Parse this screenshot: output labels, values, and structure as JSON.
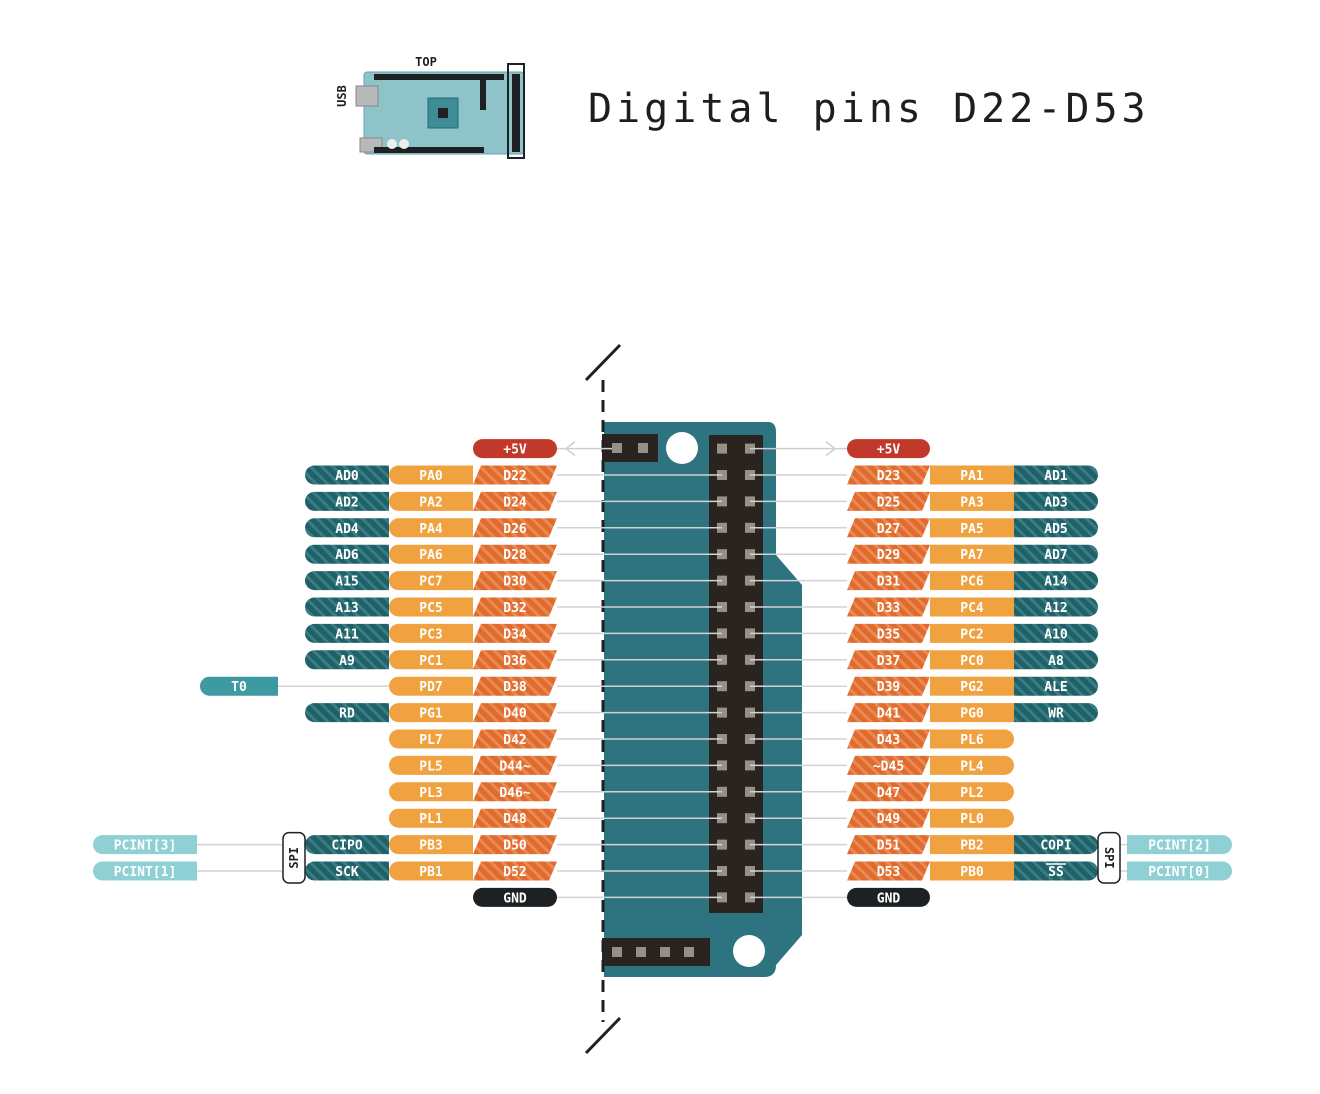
{
  "title": "Digital pins D22-D53",
  "thumbnail": {
    "top_label": "TOP",
    "usb_label": "USB"
  },
  "colors": {
    "power": "#c0392b",
    "digital": "#e06b2d",
    "port": "#f0a140",
    "alt": "#1f6168",
    "ground": "#1d2124",
    "pcint": "#8fd0d4",
    "timer": "#3d9aa0",
    "board": "#2e7380",
    "header": "#2a2420",
    "pad": "#9a8f86"
  },
  "power_label": "+5V",
  "ground_label": "GND",
  "left_rows": [
    {
      "pin": "D22",
      "port": "PA0",
      "alt": "AD0"
    },
    {
      "pin": "D24",
      "port": "PA2",
      "alt": "AD2"
    },
    {
      "pin": "D26",
      "port": "PA4",
      "alt": "AD4"
    },
    {
      "pin": "D28",
      "port": "PA6",
      "alt": "AD6"
    },
    {
      "pin": "D30",
      "port": "PC7",
      "alt": "A15"
    },
    {
      "pin": "D32",
      "port": "PC5",
      "alt": "A13"
    },
    {
      "pin": "D34",
      "port": "PC3",
      "alt": "A11"
    },
    {
      "pin": "D36",
      "port": "PC1",
      "alt": "A9"
    },
    {
      "pin": "D38",
      "port": "PD7",
      "alt": "",
      "timer": "T0"
    },
    {
      "pin": "D40",
      "port": "PG1",
      "alt": "RD"
    },
    {
      "pin": "D42",
      "port": "PL7",
      "alt": ""
    },
    {
      "pin": "D44~",
      "port": "PL5",
      "alt": ""
    },
    {
      "pin": "D46~",
      "port": "PL3",
      "alt": ""
    },
    {
      "pin": "D48",
      "port": "PL1",
      "alt": ""
    },
    {
      "pin": "D50",
      "port": "PB3",
      "alt": "CIPO",
      "pcint": "PCINT[3]"
    },
    {
      "pin": "D52",
      "port": "PB1",
      "alt": "SCK",
      "pcint": "PCINT[1]"
    }
  ],
  "right_rows": [
    {
      "pin": "D23",
      "port": "PA1",
      "alt": "AD1"
    },
    {
      "pin": "D25",
      "port": "PA3",
      "alt": "AD3"
    },
    {
      "pin": "D27",
      "port": "PA5",
      "alt": "AD5"
    },
    {
      "pin": "D29",
      "port": "PA7",
      "alt": "AD7"
    },
    {
      "pin": "D31",
      "port": "PC6",
      "alt": "A14"
    },
    {
      "pin": "D33",
      "port": "PC4",
      "alt": "A12"
    },
    {
      "pin": "D35",
      "port": "PC2",
      "alt": "A10"
    },
    {
      "pin": "D37",
      "port": "PC0",
      "alt": "A8"
    },
    {
      "pin": "D39",
      "port": "PG2",
      "alt": "ALE"
    },
    {
      "pin": "D41",
      "port": "PG0",
      "alt": "WR"
    },
    {
      "pin": "D43",
      "port": "PL6",
      "alt": ""
    },
    {
      "pin": "~D45",
      "port": "PL4",
      "alt": ""
    },
    {
      "pin": "D47",
      "port": "PL2",
      "alt": ""
    },
    {
      "pin": "D49",
      "port": "PL0",
      "alt": ""
    },
    {
      "pin": "D51",
      "port": "PB2",
      "alt": "COPI",
      "pcint": "PCINT[2]"
    },
    {
      "pin": "D53",
      "port": "PB0",
      "alt": "SS",
      "alt_overline": true,
      "pcint": "PCINT[0]"
    }
  ],
  "spi_label": "SPI"
}
